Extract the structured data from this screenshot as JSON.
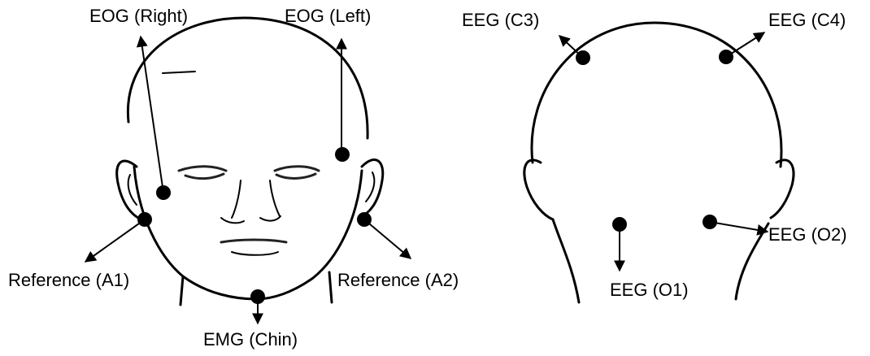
{
  "front_view": {
    "labels": {
      "eog_right": "EOG (Right)",
      "eog_left": "EOG (Left)",
      "reference_a1": "Reference (A1)",
      "reference_a2": "Reference (A2)",
      "emg_chin": "EMG (Chin)"
    }
  },
  "back_view": {
    "labels": {
      "eeg_c3": "EEG (C3)",
      "eeg_c4": "EEG (C4)",
      "eeg_o1": "EEG (O1)",
      "eeg_o2": "EEG (O2)"
    }
  },
  "colors": {
    "ink": "#000000",
    "background": "#ffffff"
  }
}
